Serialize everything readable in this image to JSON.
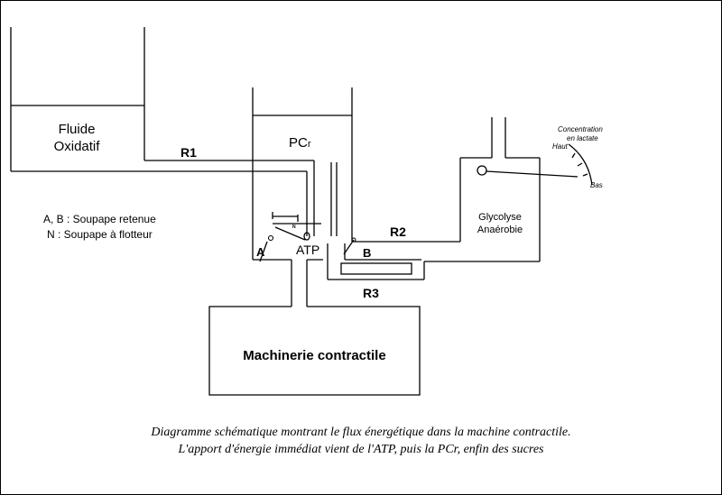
{
  "diagram": {
    "fluid_box": {
      "line1": "Fluide",
      "line2": "Oxidatif"
    },
    "pcr_box": {
      "label_main": "PC",
      "label_sub": "r"
    },
    "glycolysis_box": {
      "line1": "Glycolyse",
      "line2": "Anaérobie"
    },
    "atp_label": "ATP",
    "contractile_box": {
      "label": "Machinerie contractile"
    },
    "pipes": {
      "r1": "R1",
      "r2": "R2",
      "r3": "R3"
    },
    "valves": {
      "a": "A",
      "b": "B",
      "n": "N"
    },
    "legend": {
      "line1": "A, B : Soupape retenue",
      "line2": "N : Soupape à flotteur"
    },
    "gauge": {
      "title_line1": "Concentration",
      "title_line2": "en lactate",
      "high": "Haut",
      "low": "Bas"
    }
  },
  "caption": {
    "line1": "Diagramme schématique montrant le flux énergétique dans la machine contractile.",
    "line2": "L'apport d'énergie immédiat vient de l'ATP, puis la PCr, enfin des sucres"
  },
  "colors": {
    "line": "#000000",
    "background": "#ffffff"
  }
}
